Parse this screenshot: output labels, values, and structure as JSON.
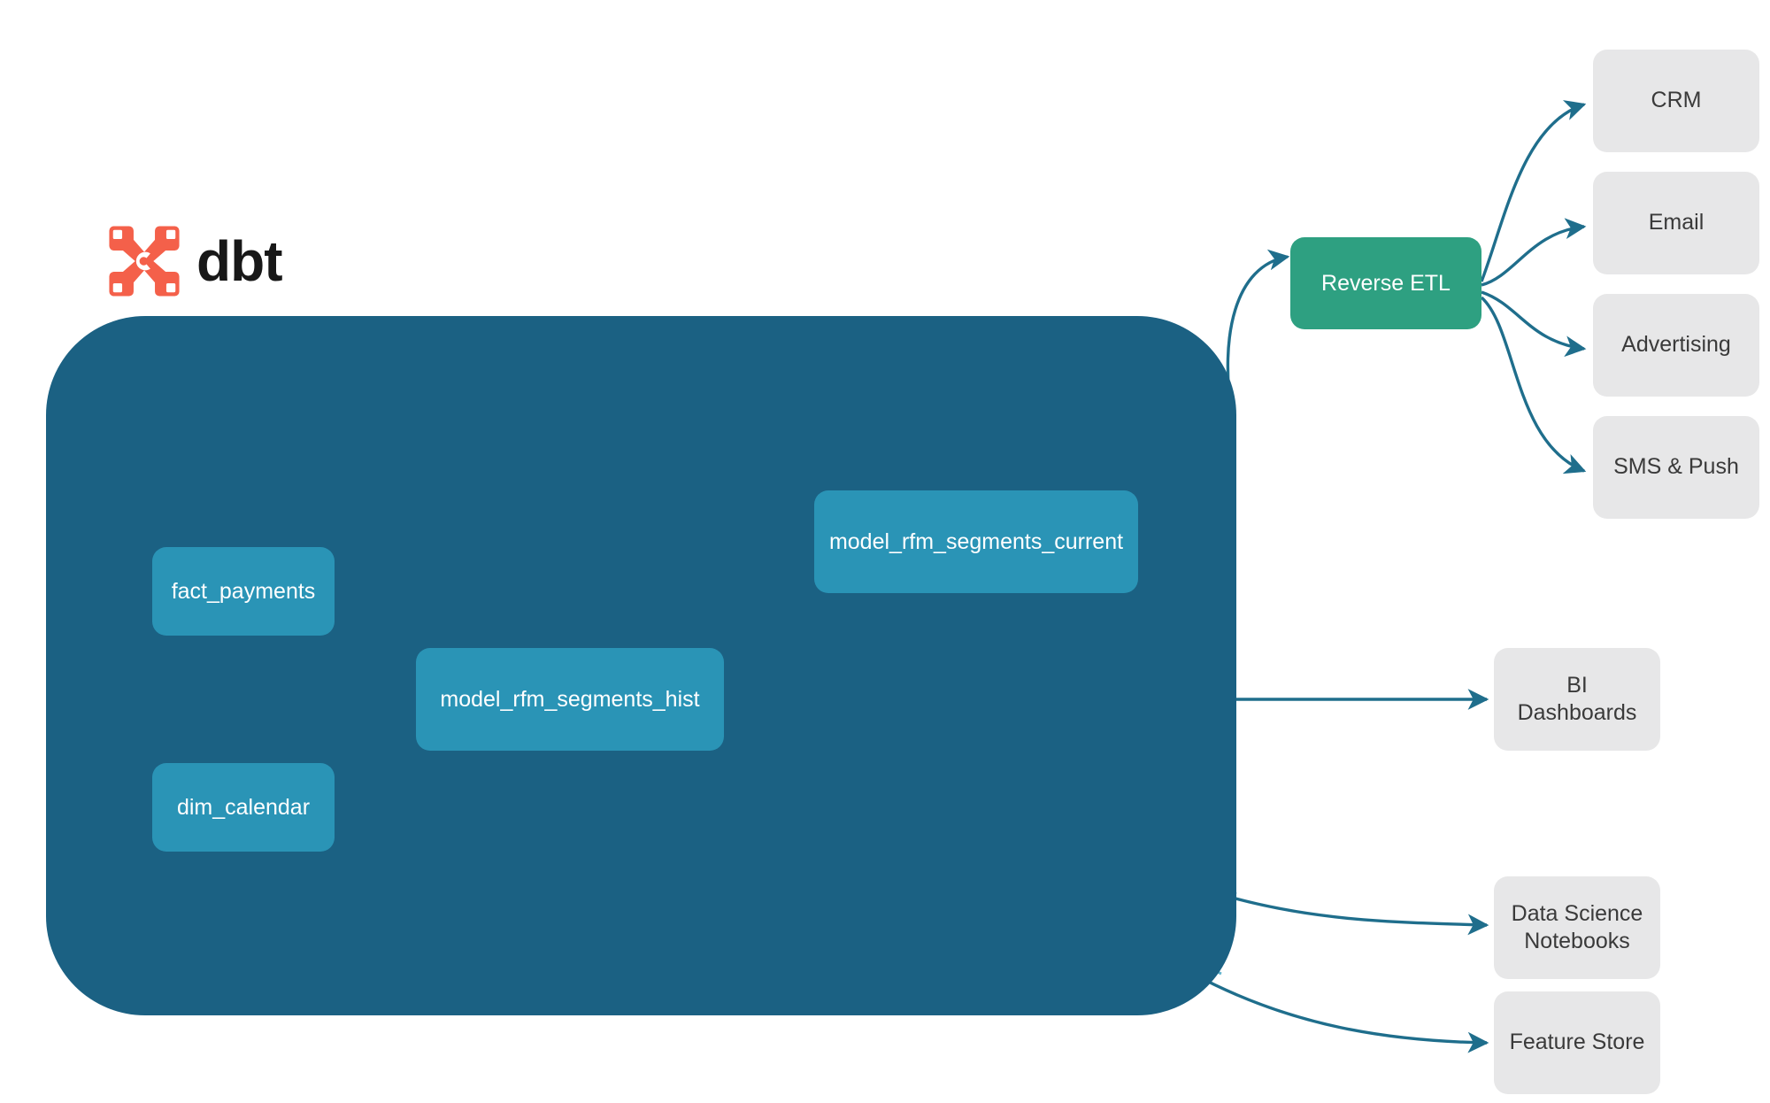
{
  "diagram": {
    "type": "data-lineage-flow",
    "title_logo": {
      "icon": "dbt-logo-icon",
      "wordmark": "dbt",
      "brand_color": "#F4604A"
    },
    "colors": {
      "project_container": "#1B6183",
      "model_node": "#2A94B6",
      "activation_node": "#2EA081",
      "destination_node": "#E7E7E8",
      "edge": "#1F6E8C",
      "internal_edge": "#2A8FAE",
      "node_text": "#FFFFFF",
      "destination_text": "#3A3A3A"
    },
    "container": {
      "name": "dbt-project-container"
    },
    "models": [
      {
        "id": "fact_payments",
        "label": "fact_payments"
      },
      {
        "id": "dim_calendar",
        "label": "dim_calendar"
      },
      {
        "id": "model_rfm_segments_hist",
        "label": "model_rfm_segments_hist"
      },
      {
        "id": "model_rfm_segments_current",
        "label": "model_rfm_segments_current"
      }
    ],
    "activation": {
      "id": "reverse_etl",
      "label": "Reverse ETL"
    },
    "destinations": [
      {
        "id": "crm",
        "label": "CRM"
      },
      {
        "id": "email",
        "label": "Email"
      },
      {
        "id": "advertising",
        "label": "Advertising"
      },
      {
        "id": "sms_push",
        "label": "SMS & Push"
      },
      {
        "id": "bi_dashboards",
        "label": "BI Dashboards"
      },
      {
        "id": "data_science_notebooks",
        "label": "Data Science\nNotebooks",
        "line1": "Data Science",
        "line2": "Notebooks"
      },
      {
        "id": "feature_store",
        "label": "Feature Store"
      }
    ],
    "edges": [
      {
        "from": "fact_payments",
        "to": "model_rfm_segments_hist"
      },
      {
        "from": "dim_calendar",
        "to": "model_rfm_segments_hist"
      },
      {
        "from": "model_rfm_segments_hist",
        "to": "model_rfm_segments_current"
      },
      {
        "from": "model_rfm_segments_current",
        "to": "reverse_etl"
      },
      {
        "from": "model_rfm_segments_hist",
        "to": "bi_dashboards"
      },
      {
        "from": "model_rfm_segments_hist",
        "to": "data_science_notebooks"
      },
      {
        "from": "model_rfm_segments_hist",
        "to": "feature_store"
      },
      {
        "from": "reverse_etl",
        "to": "crm"
      },
      {
        "from": "reverse_etl",
        "to": "email"
      },
      {
        "from": "reverse_etl",
        "to": "advertising"
      },
      {
        "from": "reverse_etl",
        "to": "sms_push"
      }
    ]
  }
}
